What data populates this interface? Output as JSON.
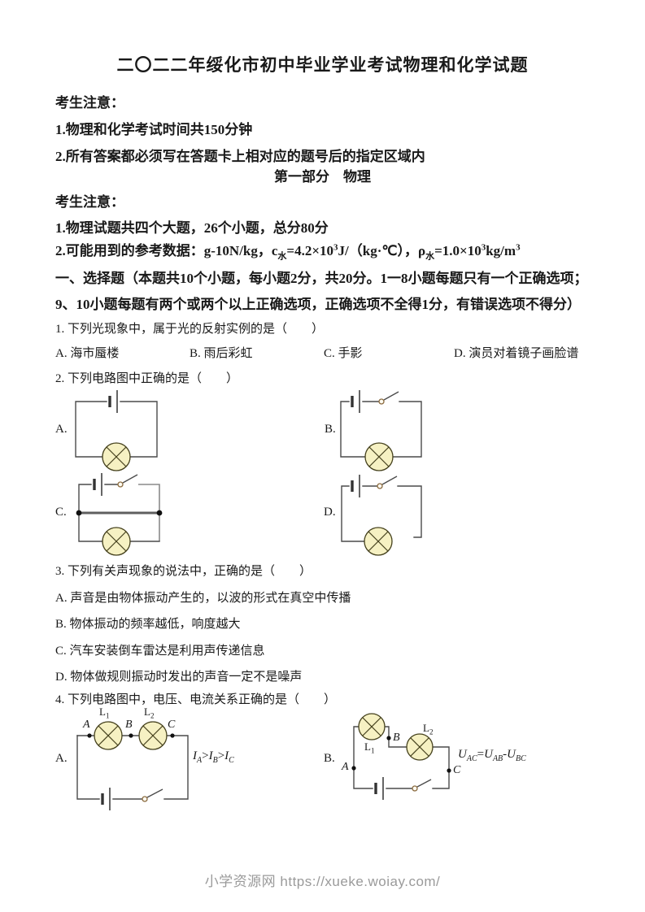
{
  "doc": {
    "title": "二〇二二年绥化市初中毕业学业考试物理和化学试题",
    "notice1_heading": "考生注意：",
    "notice1_item1": "1.物理和化学考试时间共150分钟",
    "notice1_item2": "2.所有答案都必须写在答题卡上相对应的题号后的指定区域内",
    "part_heading": "第一部分　物理",
    "notice2_heading": "考生注意：",
    "notice2_item1": "1.物理试题共四个大题，26个小题，总分80分",
    "ref": {
      "p1": "2.可能用到的参考数据：g-10N/kg，c",
      "sub1": "水",
      "p2": "=4.2×10",
      "sup1": "3",
      "p3": "J/（kg·℃），ρ",
      "sub2": "水",
      "p4": "=1.0×10",
      "sup2": "3",
      "p5": "kg/m",
      "sup3": "3"
    },
    "sec1_line1": "一、选择题（本题共10个小题，每小题2分，共20分。1一8小题每题只有一个正确选项；",
    "sec1_line2": "9、10小题每题有两个或两个以上正确选项，正确选项不全得1分，有错误选项不得分）",
    "footer": "小学资源网 https://xueke.woiay.com/"
  },
  "q1": {
    "text": "1. 下列光现象中，属于光的反射实例的是（　　）",
    "options": [
      "A. 海市蜃楼",
      "B. 雨后彩虹",
      "C. 手影",
      "D. 演员对着镜子画脸谱"
    ]
  },
  "q2": {
    "text": "2. 下列电路图中正确的是（　　）",
    "labels": {
      "a": "A.",
      "b": "B.",
      "c": "C.",
      "d": "D."
    }
  },
  "q3": {
    "text": "3. 下列有关声现象的说法中，正确的是（　　）",
    "options": [
      "A. 声音是由物体振动产生的，以波的形式在真空中传播",
      "B. 物体振动的频率越低，响度越大",
      "C. 汽车安装倒车雷达是利用声传递信息",
      "D. 物体做规则振动时发出的声音一定不是噪声"
    ]
  },
  "q4": {
    "text": "4. 下列电路图中，电压、电流关系正确的是（　　）",
    "labels": {
      "a": "A.",
      "b": "B."
    },
    "points": {
      "a": "A",
      "b": "B",
      "c": "C"
    },
    "lamps": {
      "l1_base": "L",
      "l1_sub": "1",
      "l2_base": "L",
      "l2_sub": "2"
    },
    "formula_current": {
      "v1": "I",
      "s1": "A",
      "op1": ">",
      "v2": "I",
      "s2": "B",
      "op2": ">",
      "v3": "I",
      "s3": "C"
    },
    "formula_voltage": {
      "v1": "U",
      "s1": "AC",
      "op1": "=",
      "v2": "U",
      "s2": "AB",
      "op2": "-",
      "v3": "U",
      "s3": "BC"
    }
  },
  "colors": {
    "lamp_fill": "#f6f1c3",
    "wire": "#4a4a4a",
    "footer_text": "#9a9a9a"
  }
}
